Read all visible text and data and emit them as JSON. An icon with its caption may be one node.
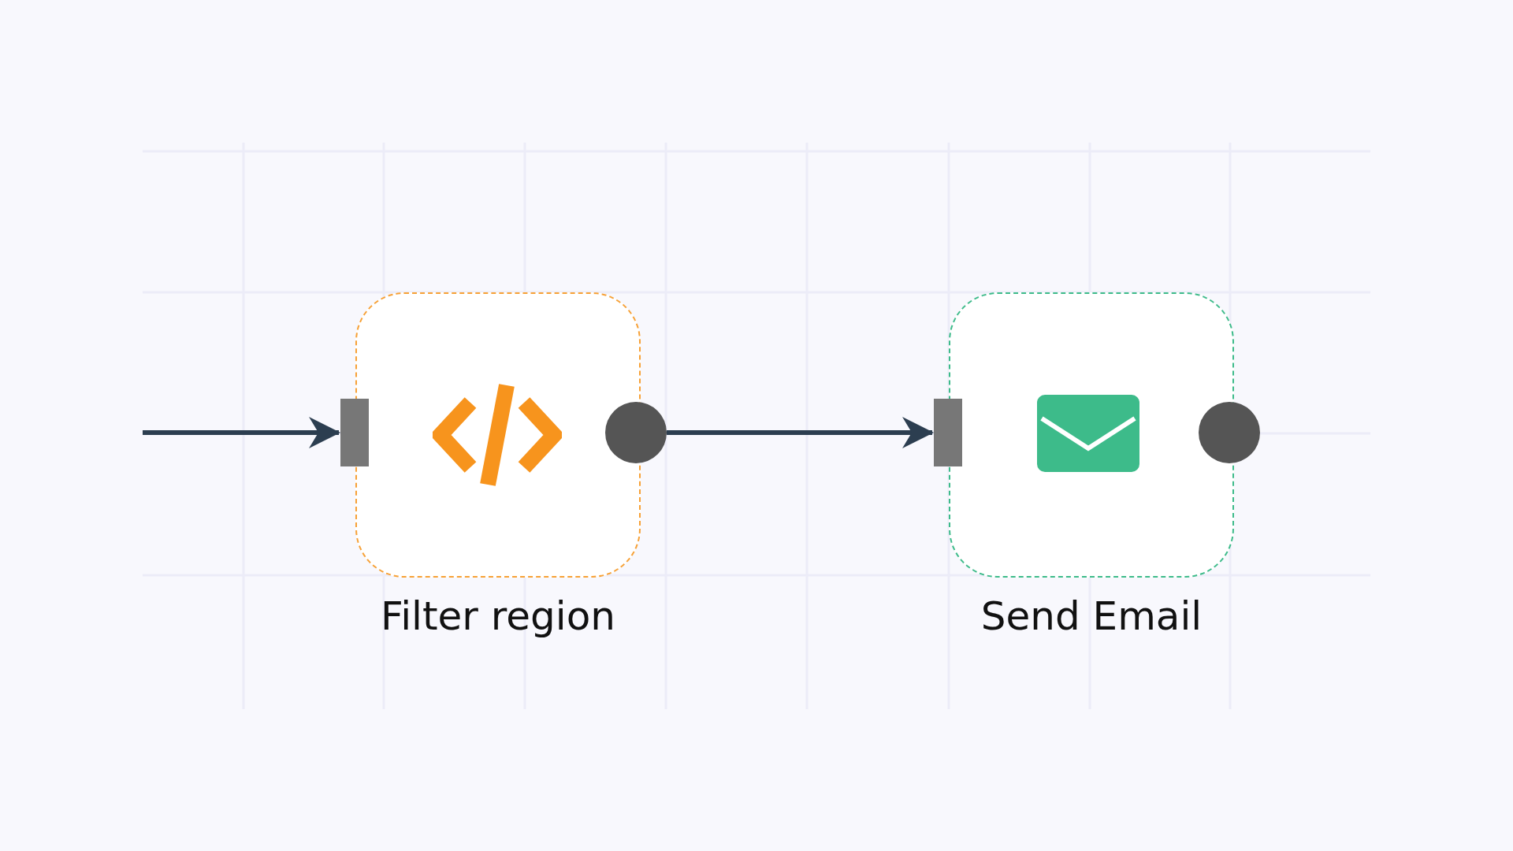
{
  "diagram": {
    "nodes": [
      {
        "text": [
          "Filter region"
        ]
      },
      {
        "text": [],
        "shape": "circle"
      },
      {
        "text": [
          "Send Email"
        ]
      },
      {
        "text": [],
        "shape": "circle"
      }
    ],
    "edges": [
      {
        "from": null,
        "to": 0,
        "arrow": "to"
      },
      {
        "from": 1,
        "to": 2,
        "arrow": "to"
      }
    ]
  }
}
